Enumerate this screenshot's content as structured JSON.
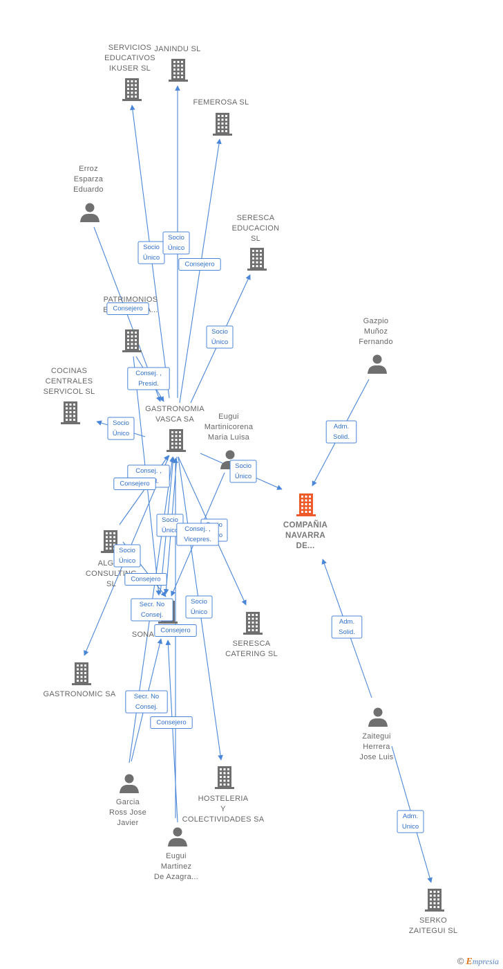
{
  "colors": {
    "edge": "#4a86d8",
    "node_gray": "#6f6f6f",
    "node_highlight": "#f05a2a",
    "label_gray": "#666666"
  },
  "nodes": [
    {
      "id": "servicios",
      "type": "company",
      "label": [
        "SERVICIOS",
        "EDUCATIVOS",
        "IKUSER  SL"
      ]
    },
    {
      "id": "janindu",
      "type": "company",
      "label": [
        "JANINDU SL"
      ]
    },
    {
      "id": "femerosa",
      "type": "company",
      "label": [
        "FEMEROSA  SL"
      ]
    },
    {
      "id": "erroz",
      "type": "person",
      "label": [
        "Erroz",
        "Esparza",
        "Eduardo"
      ]
    },
    {
      "id": "seresca_edu",
      "type": "company",
      "label": [
        "SERESCA",
        "EDUCACION",
        "SL"
      ]
    },
    {
      "id": "patrimonios",
      "type": "company",
      "label": [
        "PATRIMONIOS",
        "ESPERANZA..."
      ]
    },
    {
      "id": "gazpio",
      "type": "person",
      "label": [
        "Gazpio",
        "Muñoz",
        "Fernando"
      ]
    },
    {
      "id": "cocinas",
      "type": "company",
      "label": [
        "COCINAS",
        "CENTRALES",
        "SERVICOL  SL"
      ]
    },
    {
      "id": "gastro_vasca",
      "type": "company",
      "label": [
        "GASTRONOMIA",
        "VASCA SA"
      ]
    },
    {
      "id": "eugui_mc",
      "type": "person",
      "label": [
        "Eugui",
        "Martinicorena",
        "Maria Luisa"
      ]
    },
    {
      "id": "compania",
      "type": "company_main",
      "label": [
        "COMPAÑIA",
        "NAVARRA",
        "DE..."
      ]
    },
    {
      "id": "algar",
      "type": "company",
      "label": [
        "ALGAR",
        "CONSULTING",
        "SL"
      ]
    },
    {
      "id": "sona",
      "type": "company",
      "label": [
        "SONA"
      ]
    },
    {
      "id": "seresca_cat",
      "type": "company",
      "label": [
        "SERESCA",
        "CATERING SL"
      ]
    },
    {
      "id": "gastronomic",
      "type": "company",
      "label": [
        "GASTRONOMIC SA"
      ]
    },
    {
      "id": "zaitegui",
      "type": "person",
      "label": [
        "Zaitegui",
        "Herrera",
        "Jose Luis"
      ]
    },
    {
      "id": "garcia",
      "type": "person",
      "label": [
        "Garcia",
        "Ross Jose",
        "Javier"
      ]
    },
    {
      "id": "hosteleria",
      "type": "company",
      "label": [
        "HOSTELERIA",
        "Y",
        "COLECTIVIDADES SA"
      ]
    },
    {
      "id": "eugui_md",
      "type": "person",
      "label": [
        "Eugui",
        "Martinez",
        "De Azagra..."
      ]
    },
    {
      "id": "serko",
      "type": "company",
      "label": [
        "SERKO",
        "ZAITEGUI  SL"
      ]
    }
  ],
  "edges": [
    {
      "from": "gastro_vasca",
      "to": "servicios",
      "label": [
        "Socio",
        "Único"
      ]
    },
    {
      "from": "gastro_vasca",
      "to": "janindu",
      "label": [
        "Socio",
        "Único"
      ]
    },
    {
      "from": "gastro_vasca",
      "to": "femerosa",
      "label": [
        "Consejero"
      ]
    },
    {
      "from": "erroz",
      "to": "gastro_vasca",
      "label": [
        "Consejero"
      ]
    },
    {
      "from": "gastro_vasca",
      "to": "seresca_edu",
      "label": [
        "Socio",
        "Único"
      ]
    },
    {
      "from": "patrimonios",
      "to": "gastro_vasca",
      "label": [
        "Consej. ,",
        "Presid."
      ]
    },
    {
      "from": "gastro_vasca",
      "to": "cocinas",
      "label": [
        "Socio",
        "Único"
      ]
    },
    {
      "from": "gastro_vasca",
      "to": "compania",
      "label": [
        "Socio",
        "Único"
      ]
    },
    {
      "from": "gazpio",
      "to": "compania",
      "label": [
        "Adm.",
        "Solid."
      ]
    },
    {
      "from": "zaitegui",
      "to": "compania",
      "label": [
        "Adm.",
        "Solid."
      ]
    },
    {
      "from": "zaitegui",
      "to": "serko",
      "label": [
        "Adm.",
        "Unico"
      ]
    },
    {
      "from": "patrimonios",
      "to": "sona",
      "label": [
        "Consej. ,",
        "Presid."
      ]
    },
    {
      "from": "algar",
      "to": "gastro_vasca",
      "label": [
        "Consejero"
      ]
    },
    {
      "from": "sona",
      "to": "gastro_vasca",
      "label": [
        "Socio",
        "Único"
      ]
    },
    {
      "from": "eugui_mc",
      "to": "sona",
      "label": [
        "Socio",
        "Único"
      ]
    },
    {
      "from": "gastro_vasca",
      "to": "sona",
      "label": [
        "Consej. ,",
        "Vicepres."
      ]
    },
    {
      "from": "sona",
      "to": "gastronomic",
      "label": [
        "Socio",
        "Único"
      ]
    },
    {
      "from": "algar",
      "to": "sona",
      "label": [
        "Consejero"
      ]
    },
    {
      "from": "garcia",
      "to": "gastro_vasca",
      "label": [
        "Secr.  No",
        "Consej."
      ]
    },
    {
      "from": "gastro_vasca",
      "to": "hosteleria",
      "label": [
        "Socio",
        "Único"
      ]
    },
    {
      "from": "eugui_md",
      "to": "gastro_vasca",
      "label": [
        "Consejero"
      ]
    },
    {
      "from": "garcia",
      "to": "sona",
      "label": [
        "Secr.  No",
        "Consej."
      ]
    },
    {
      "from": "eugui_md",
      "to": "sona",
      "label": [
        "Consejero"
      ]
    },
    {
      "from": "gastro_vasca",
      "to": "seresca_cat",
      "label": []
    }
  ],
  "watermark": {
    "copyright": "©",
    "brand_initial": "E",
    "brand_rest": "mpresia"
  }
}
